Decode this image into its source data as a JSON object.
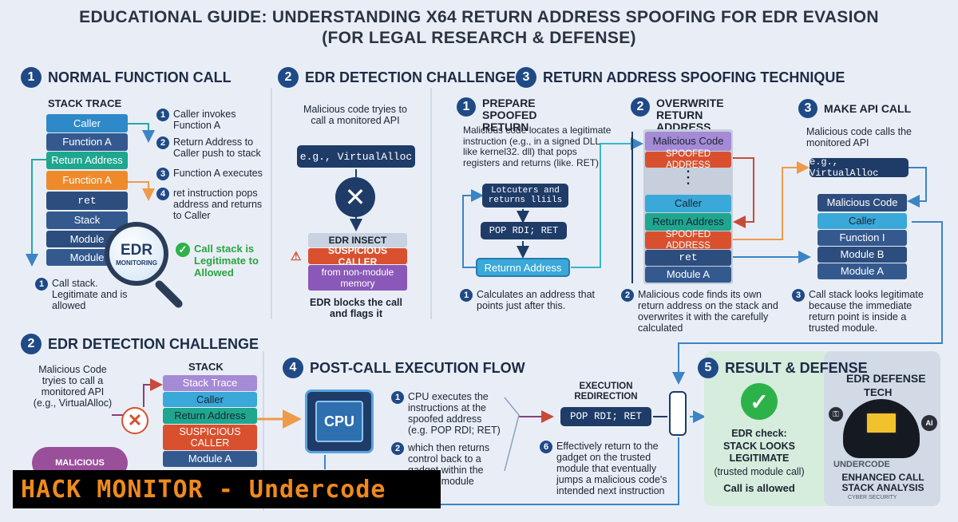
{
  "title": {
    "line1": "EDUCATIONAL GUIDE: UNDERSTANDING X64 RETURN ADDRESS SPOOFING FOR EDR EVASION",
    "line2": "(FOR LEGAL RESEARCH & DEFENSE)"
  },
  "s1": {
    "num": "1",
    "heading": "NORMAL FUNCTION CALL",
    "stack_title": "STACK TRACE",
    "stack": [
      "Caller",
      "Function A",
      "Return Address",
      "Function A",
      "ret",
      "Stack",
      "Module",
      "Module"
    ],
    "steps": [
      {
        "n": "1",
        "text": "Caller invokes Function A"
      },
      {
        "n": "2",
        "text": "Return Address to Caller push to stack"
      },
      {
        "n": "3",
        "text": "Function A executes"
      },
      {
        "n": "4",
        "text": "ret instruction pops address and returns to Caller"
      }
    ],
    "edr_label": "EDR",
    "edr_sub": "MONITORING",
    "check_text": "Call stack is Legitimate to Allowed",
    "footnote_n": "1",
    "footnote": "Call stack. Legitimate and is allowed"
  },
  "s2": {
    "num": "2",
    "heading": "EDR DETECTION CHALLENGE",
    "intro": "Malicious code tryies to call a monitored API",
    "api": "e.g., VirtualAlloc",
    "edr_box_title": "EDR INSECT",
    "suspicious": "SUSPICIOUS CALLER",
    "from": "from non-module memory",
    "blocks": "EDR blocks the call and flags it"
  },
  "s3": {
    "num": "3",
    "heading": "RETURN ADDRESS SPOOFING TECHNIQUE",
    "sub1": {
      "n": "1",
      "title": "PREPARE SPOOFED RETURN",
      "text": "Malicious code locates a legitimate instruction (e.g., in a signed DLL like kernel32. dll) that pops registers and returns (like. RET)",
      "box1": "Lotcuters and returns lliils",
      "box2": "POP RDI; RET",
      "box3": "Returnn Address",
      "note_n": "1",
      "note": "Calculates an address that points just after this."
    },
    "sub2": {
      "n": "2",
      "title": "OVERWRITE RETURN ADDRESS",
      "stack_top": [
        "Malicious Code",
        "SPOOFED ADDRESS"
      ],
      "dots": "⋮",
      "stack_bottom": [
        "Caller",
        "Return Address",
        "SPOOFED ADDRESS",
        "ret",
        "Module A"
      ],
      "note_n": "2",
      "note": "Malicious code finds its own return address on the stack and overwrites it with the carefully calculated"
    },
    "sub3": {
      "n": "3",
      "title": "MAKE API CALL",
      "text": "Malicious code calls the monitored API",
      "api": "e.g., VirtualAlloc",
      "stack": [
        "Malicious Code",
        "Caller",
        "Function I",
        "Module B",
        "Module A"
      ],
      "note_n": "3",
      "note": "Call stack looks legitimate because the immediate return point is inside a trusted module."
    }
  },
  "s2b": {
    "num": "2",
    "heading": "EDR DETECTION CHALLENGE",
    "intro": "Malicious Code tryies to call a monitored API (e.g., VirtualAlloc)",
    "cloud": "MALICIOUS",
    "stack_title": "STACK",
    "stack": [
      "Stack Trace",
      "Caller",
      "Return Address",
      "SUSPICIOUS CALLER",
      "Module A"
    ]
  },
  "s4": {
    "num": "4",
    "heading": "POST-CALL EXECUTION FLOW",
    "cpu": "CPU",
    "steps": [
      {
        "n": "1",
        "text": "CPU executes the instructions at the spoofed address (e.g. POP RDI; RET)"
      },
      {
        "n": "2",
        "text": "which then returns control back to a gadget within the trusted module"
      }
    ],
    "redirect_label": "EXECUTION REDIRECTION",
    "redirect_box": "POP RDI; RET",
    "final_n": "6",
    "final": "Effectively return to the gadget on the trusted module that eventually jumps a malicious code's intended next instruction"
  },
  "s5": {
    "num": "5",
    "heading": "RESULT & DEFENSE",
    "check_title": "EDR check:",
    "check_main": "STACK LOOKS LEGITIMATE",
    "check_sub": "(trusted module call)",
    "allowed": "Call is allowed",
    "defense_title": "EDR DEFENSE",
    "defense_sub": "TECH",
    "enhanced": "ENHANCED CALL STACK ANALYSIS",
    "ai": "AI",
    "undercode": "UNDERCODE",
    "cyber": "CYBER SECURITY"
  },
  "banner": "HACK MONITOR - Undercode",
  "colors": {
    "navy": "#1f3c68",
    "blue": "#2e89c9",
    "teal": "#1fa68f",
    "orange": "#ee8a2c",
    "red": "#d9502e",
    "purple": "#8a58b8",
    "green": "#2db24a",
    "banner_text": "#f08a1c"
  }
}
